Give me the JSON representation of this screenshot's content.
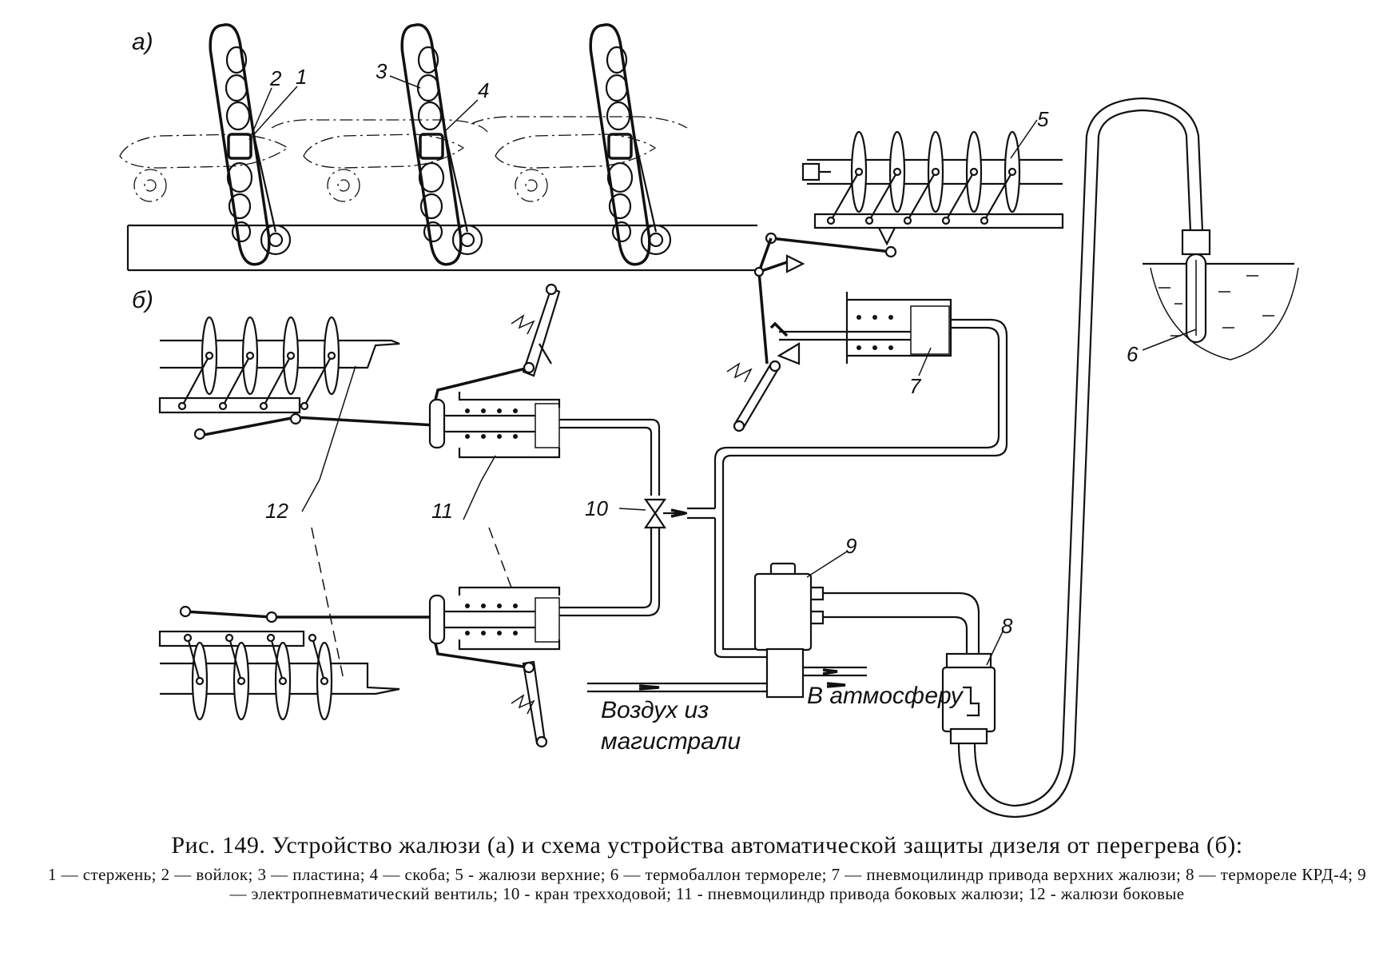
{
  "panel_labels": {
    "a": "а)",
    "b": "б)"
  },
  "callouts": [
    "1",
    "2",
    "3",
    "4",
    "5",
    "6",
    "7",
    "8",
    "9",
    "10",
    "11",
    "12"
  ],
  "flow_labels": {
    "air_in_line1": "Воздух из",
    "air_in_line2": "магистрали",
    "to_atmosphere": "В атмосферу"
  },
  "caption": {
    "title": "Рис. 149. Устройство жалюзи (а) и схема устройства автоматической защиты дизеля от перегрева (б):",
    "legend": "1 — стержень; 2 — войлок; 3 — пластина; 4 — скоба; 5 - жалюзи верхние; 6 — термобаллон термореле; 7 — пневмоцилиндр привода верхних жалюзи; 8 — термореле КРД-4; 9 — электропневматический вентиль; 10 - кран трехходовой; 11 - пневмоцилиндр привода боковых жалюзи; 12 - жалюзи боковые"
  }
}
